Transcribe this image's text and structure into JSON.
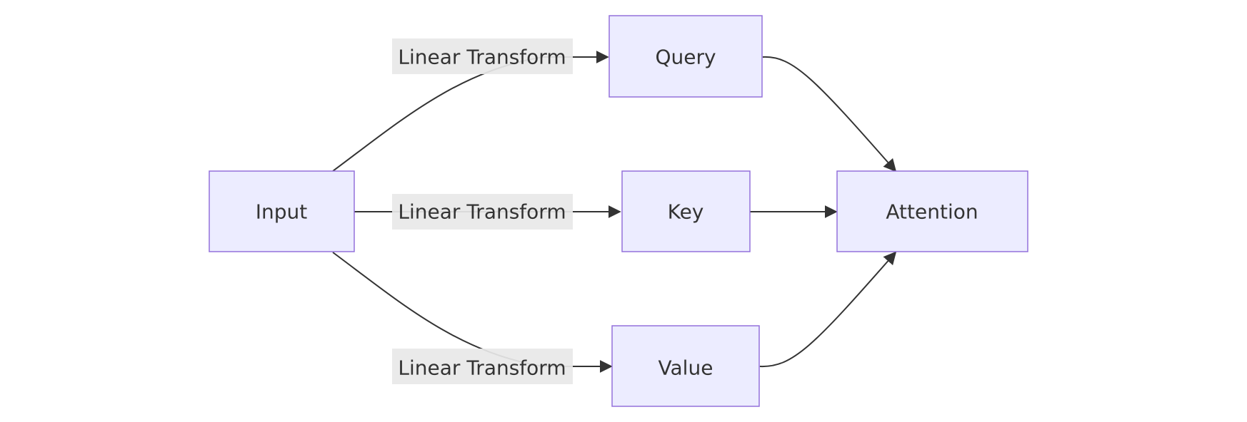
{
  "nodes": {
    "input": "Input",
    "query": "Query",
    "key": "Key",
    "value": "Value",
    "attention": "Attention"
  },
  "edges": {
    "input_query": "Linear Transform",
    "input_key": "Linear Transform",
    "input_value": "Linear Transform"
  },
  "colors": {
    "node_fill": "#ececff",
    "node_stroke": "#9370db",
    "edge_stroke": "#333333",
    "edge_label_bg": "#e8e8e8"
  }
}
